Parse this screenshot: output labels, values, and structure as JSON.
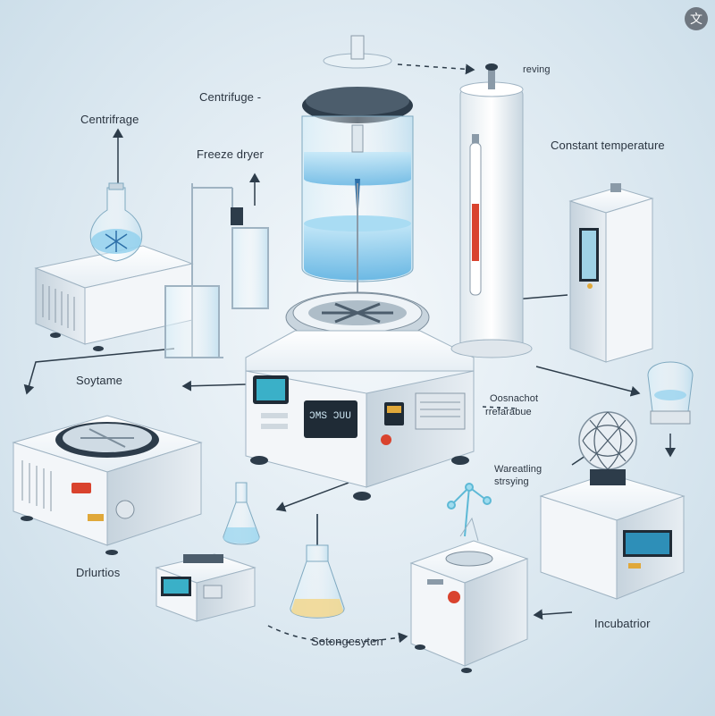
{
  "labels": {
    "centrifuge_top": "Centrifuge -",
    "centrifuge_left": "Centrifrage",
    "freeze_dryer": "Freeze dryer",
    "reviving": "reving",
    "constant_temperature": "Constant temperature",
    "system": "Soytame",
    "dilutions": "Drlurtios",
    "incubator": "Incubatrior",
    "stirring_system": "Sotongesyten",
    "water_sterilizing": "Wareatling",
    "strayng": "strsying",
    "oxygen_shaker": "Oosnachot",
    "refrigerator_note": "rrefarabue",
    "lcd_main": "ƆMS ƆUU"
  },
  "icons": {
    "corner_button": "translate-icon"
  },
  "colors": {
    "background": "#dde9f1",
    "machine_body": "#f3f6f9",
    "accent_blue": "#3b9fd8",
    "warning_red": "#d9432e",
    "dark_steel": "#2d3c4a"
  }
}
